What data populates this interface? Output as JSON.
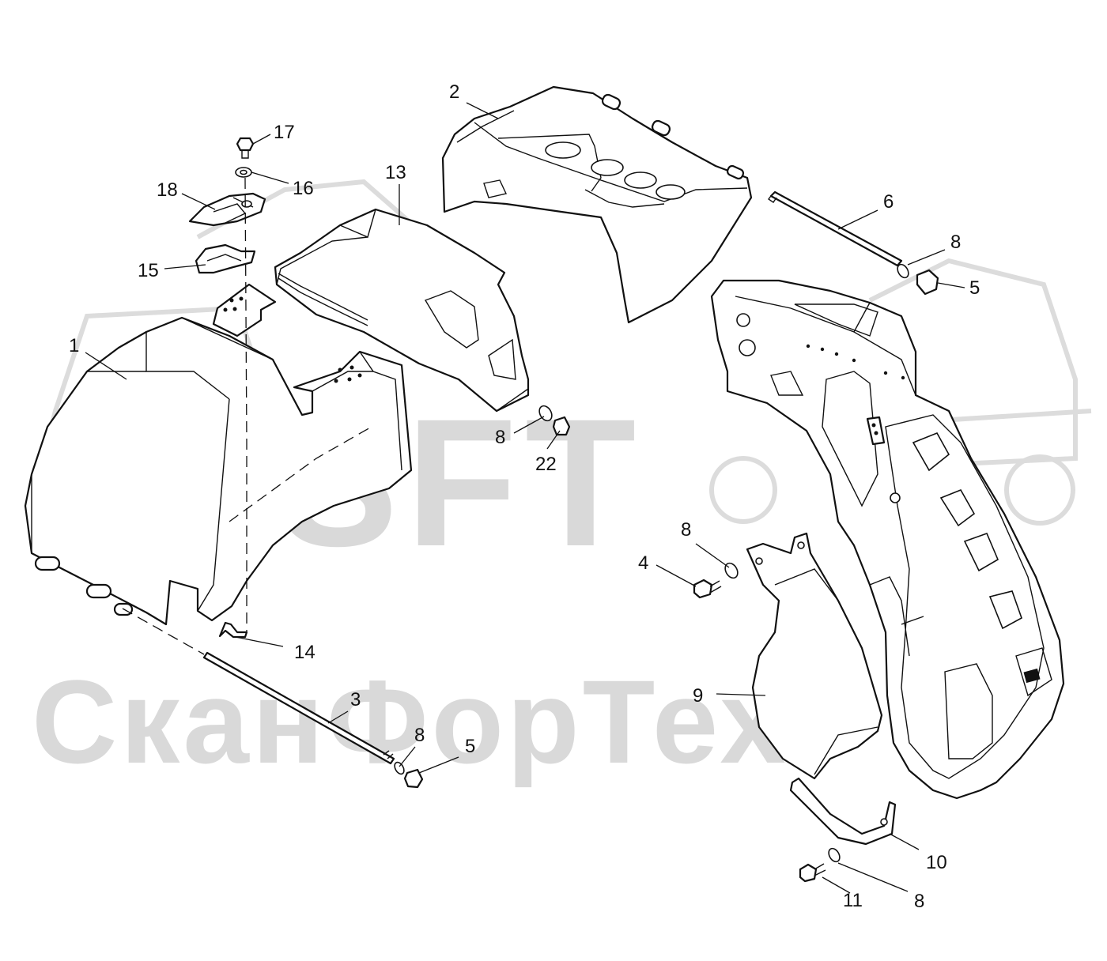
{
  "watermark": {
    "logo_text": "SFT",
    "brand_text": "СканФорТех",
    "color": "#d9d9d9"
  },
  "diagram": {
    "line_color": "#111111",
    "background": "#ffffff",
    "callouts": [
      {
        "id": "c1",
        "label": "1"
      },
      {
        "id": "c2",
        "label": "2"
      },
      {
        "id": "c3",
        "label": "3"
      },
      {
        "id": "c4",
        "label": "4"
      },
      {
        "id": "c5a",
        "label": "5"
      },
      {
        "id": "c5b",
        "label": "5"
      },
      {
        "id": "c6",
        "label": "6"
      },
      {
        "id": "c8a",
        "label": "8"
      },
      {
        "id": "c8b",
        "label": "8"
      },
      {
        "id": "c8c",
        "label": "8"
      },
      {
        "id": "c8d",
        "label": "8"
      },
      {
        "id": "c8e",
        "label": "8"
      },
      {
        "id": "c9",
        "label": "9"
      },
      {
        "id": "c10",
        "label": "10"
      },
      {
        "id": "c11",
        "label": "11"
      },
      {
        "id": "c13",
        "label": "13"
      },
      {
        "id": "c14",
        "label": "14"
      },
      {
        "id": "c15",
        "label": "15"
      },
      {
        "id": "c16",
        "label": "16"
      },
      {
        "id": "c17",
        "label": "17"
      },
      {
        "id": "c18",
        "label": "18"
      },
      {
        "id": "c22",
        "label": "22"
      }
    ]
  }
}
